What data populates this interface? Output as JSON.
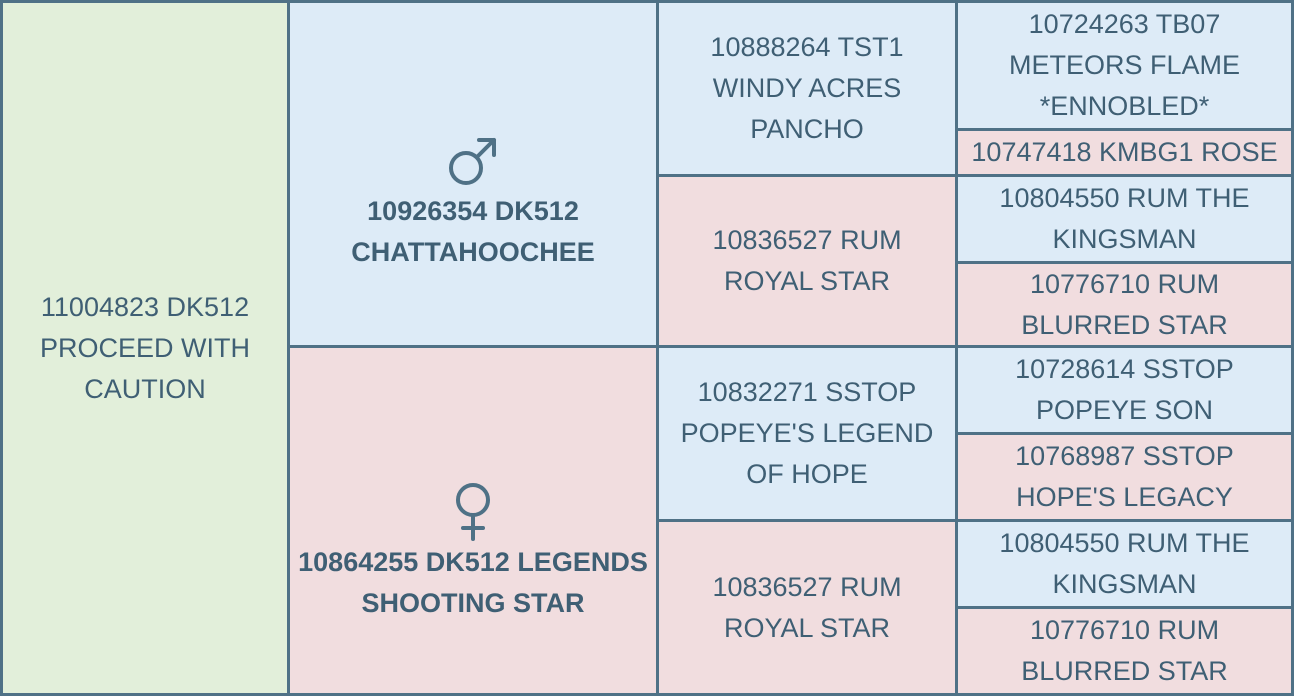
{
  "subject": {
    "name": "11004823 DK512 PROCEED WITH CAUTION"
  },
  "sire": {
    "symbol": "male-symbol",
    "name": "10926354 DK512 CHATTAHOOCHEE",
    "sire": {
      "name": "10888264 TST1 WINDY ACRES PANCHO",
      "sire": "10724263 TB07 METEORS FLAME *ENNOBLED*",
      "dam": "10747418 KMBG1 ROSE"
    },
    "dam": {
      "name": "10836527 RUM ROYAL STAR",
      "sire": "10804550 RUM THE KINGSMAN",
      "dam": "10776710 RUM BLURRED STAR"
    }
  },
  "dam": {
    "symbol": "female-symbol",
    "name": "10864255 DK512 LEGENDS SHOOTING STAR",
    "sire": {
      "name": "10832271 SSTOP POPEYE'S LEGEND OF HOPE",
      "sire": "10728614 SSTOP POPEYE SON",
      "dam": "10768987 SSTOP HOPE'S LEGACY"
    },
    "dam": {
      "name": "10836527 RUM ROYAL STAR",
      "sire": "10804550 RUM THE KINGSMAN",
      "dam": "10776710 RUM BLURRED STAR"
    }
  },
  "colors": {
    "border": "#4f7186",
    "text": "#3f5f74",
    "subject_bg": "#e2efda",
    "male_bg": "#ddebf7",
    "female_bg": "#f1dddf"
  }
}
